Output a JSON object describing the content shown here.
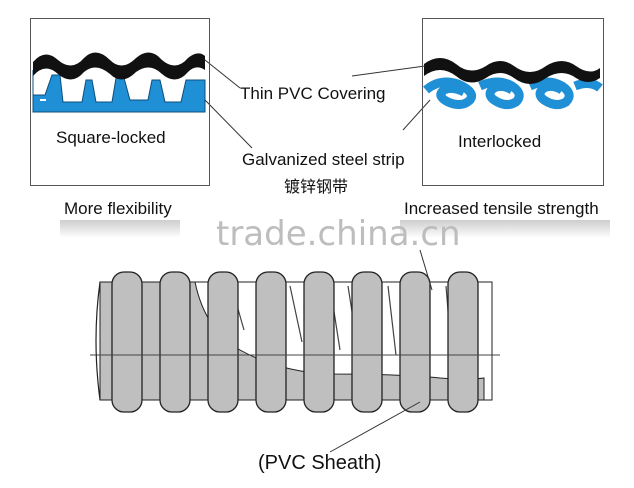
{
  "labels": {
    "thin_pvc": "Thin PVC Covering",
    "square_locked": "Square-locked",
    "interlocked": "Interlocked",
    "galvanized": "Galvanized steel strip",
    "galvanized_cn": "镀锌钢带",
    "more_flex": "More flexibility",
    "tensile": "Increased tensile strength",
    "pvc_sheath": "(PVC Sheath)"
  },
  "watermark": "trade.china.cn",
  "colors": {
    "pvc_black": "#111111",
    "steel_blue": "#1f8fd6",
    "ring_gray": "#bfbfbf",
    "outline": "#222222"
  }
}
